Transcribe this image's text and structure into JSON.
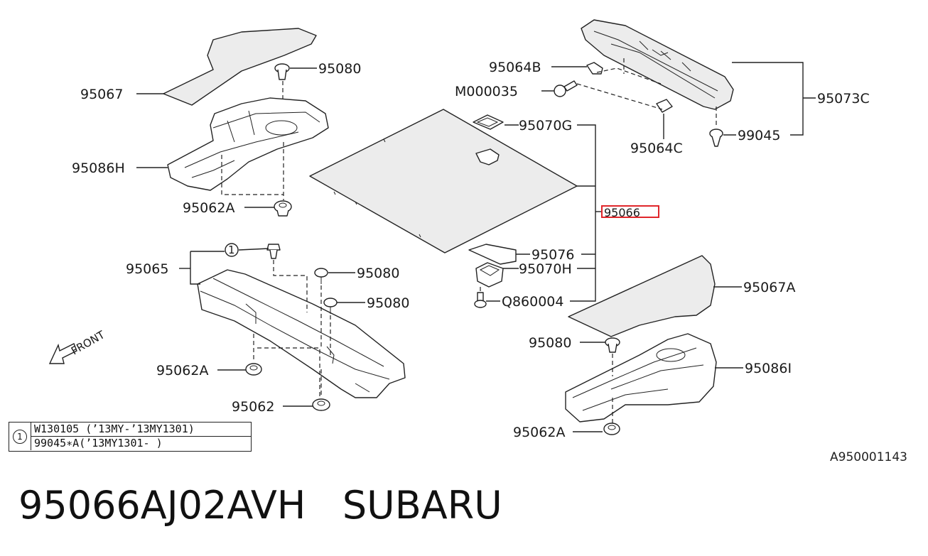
{
  "labels": {
    "p95080_a": "95080",
    "p95067": "95067",
    "p95086H": "95086H",
    "p95062A_a": "95062A",
    "p95065": "95065",
    "circle_1": "1",
    "p95080_b": "95080",
    "p95080_c": "95080",
    "p95062A_b": "95062A",
    "p95062": "95062",
    "p95064B": "95064B",
    "pM000035": "M000035",
    "p95070G": "95070G",
    "p95064C": "95064C",
    "p95073C": "95073C",
    "p99045": "99045",
    "p95066": "95066",
    "p95076": "95076",
    "p95070H": "95070H",
    "pQ860004": "Q860004",
    "p95067A": "95067A",
    "p95080_d": "95080",
    "p95086I": "95086I",
    "p95062A_c": "95062A",
    "front": "FRONT"
  },
  "legend": {
    "marker": "1",
    "row1": "W130105 (’13MY-’13MY1301)",
    "row2": "99045∗A(’13MY1301-  )"
  },
  "diagram_ref": "A950001143",
  "footer": {
    "part_number": "95066AJ02AVH",
    "brand": "SUBARU"
  },
  "colors": {
    "highlight": "#e0262b",
    "line": "#222222"
  }
}
